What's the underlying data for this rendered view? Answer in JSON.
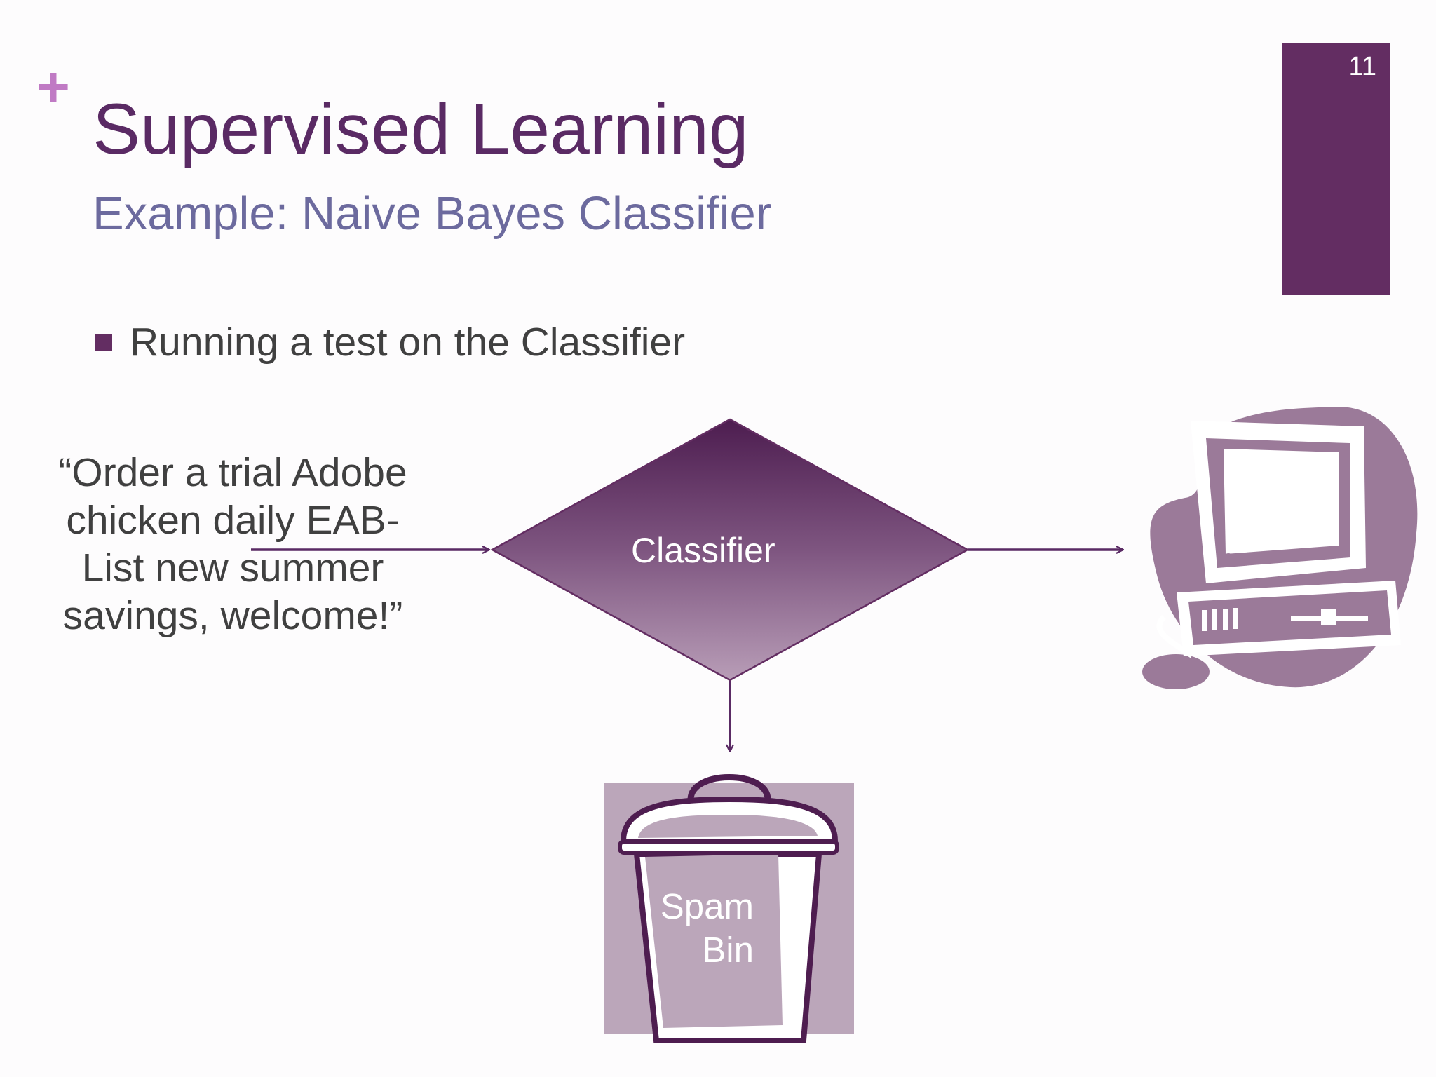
{
  "slide": {
    "title": "Supervised Learning",
    "subtitle": "Example: Naive Bayes Classifier",
    "page_number": "11",
    "plus_glyph": "+",
    "bullet": "Running a test on the Classifier"
  },
  "diagram": {
    "input_text": "“Order a trial Adobe\nchicken daily EAB-\nList new summer\nsavings, welcome!”",
    "classifier_label": "Classifier",
    "spam_bin_label": "Spam\nBin",
    "icons": [
      "computer-icon",
      "trash-can-icon"
    ]
  },
  "colors": {
    "primary": "#632d62",
    "accent": "#c07ac4",
    "subtitle": "#6c6a9e",
    "text": "#404040",
    "icon_fill": "#9b7a99"
  }
}
